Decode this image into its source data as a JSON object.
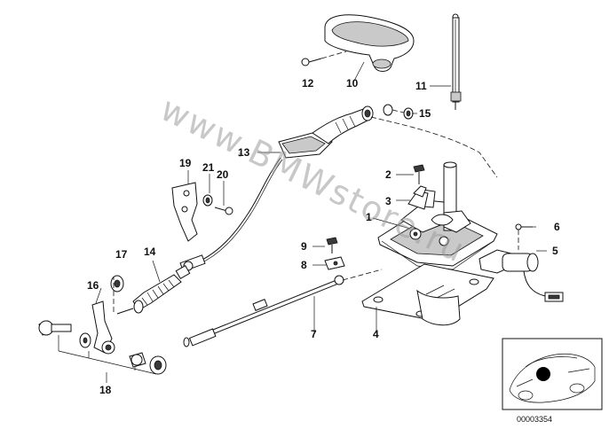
{
  "diagram": {
    "watermark": "www.BMWstore.ru",
    "reference_code": "00003354",
    "part_labels": {
      "p1": "1",
      "p2": "2",
      "p3": "3",
      "p4": "4",
      "p5": "5",
      "p6": "6",
      "p7": "7",
      "p8": "8",
      "p9": "9",
      "p10": "10",
      "p11": "11",
      "p12": "12",
      "p13": "13",
      "p14": "14",
      "p15": "15",
      "p16": "16",
      "p17": "17",
      "p18": "18",
      "p19": "19",
      "p20": "20",
      "p21": "21"
    }
  }
}
